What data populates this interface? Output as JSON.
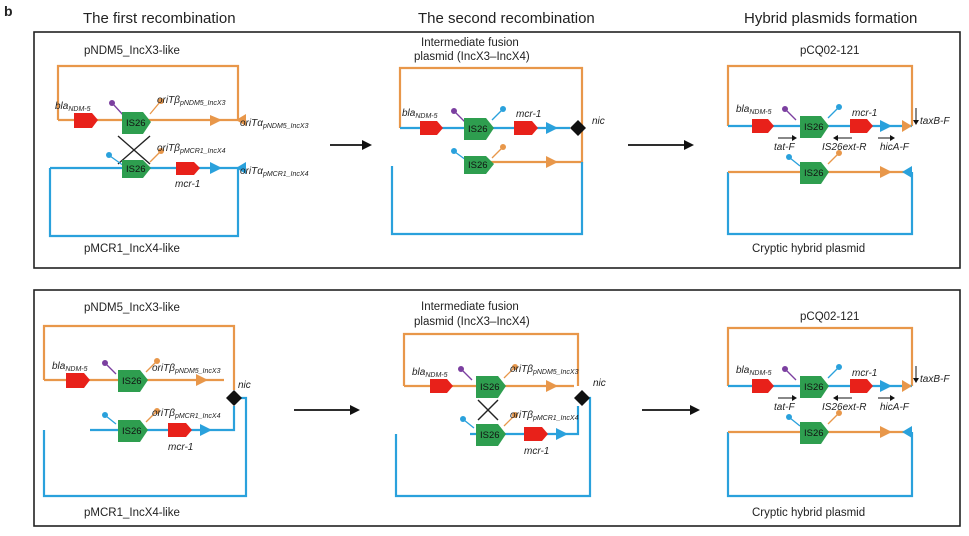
{
  "figure": {
    "panel_letter": "b",
    "column_headers": [
      "The first recombination",
      "The second recombination",
      "Hybrid plasmids formation"
    ]
  },
  "labels": {
    "pndm5": "pNDM5_IncX3-like",
    "pmcr1": "pMCR1_IncX4-like",
    "intermediate_l1": "Intermediate fusion",
    "intermediate_l2": "plasmid (IncX3–IncX4)",
    "pcq": "pCQ02-121",
    "cryptic": "Cryptic hybrid plasmid"
  },
  "genes": {
    "is26": "IS26",
    "bla": "bla",
    "bla_sub": "NDM-5",
    "mcr1": "mcr-1",
    "oritb": "oriTβ",
    "orita": "oriTα",
    "sub_x3": "pNDM5_IncX3",
    "sub_x4": "pMCR1_IncX4",
    "nic": "nic",
    "taxb": "taxB-F",
    "tatf": "tat-F",
    "is26ext": "IS26ext-R",
    "hica": "hicA-F"
  },
  "colors": {
    "incx3_backbone": "#e8974a",
    "incx4_backbone": "#2aa1dc",
    "is26": "#2e9e4f",
    "resistance_gene": "#e8211a",
    "lollipop_purple": "#7b3fa0"
  }
}
